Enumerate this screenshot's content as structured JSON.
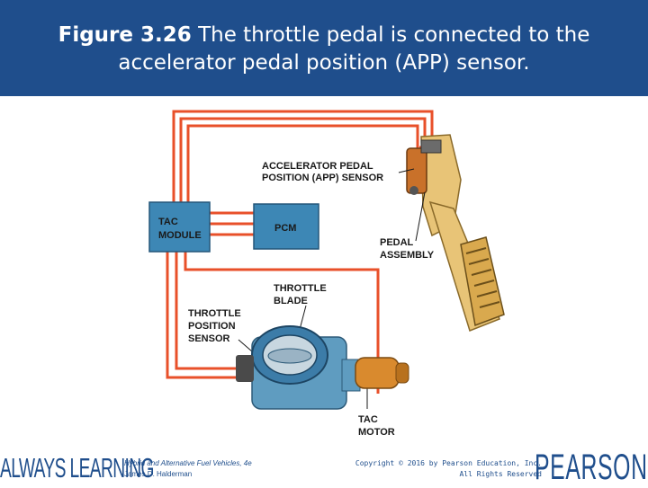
{
  "header": {
    "figure_label": "Figure 3.26",
    "caption_line1": "The throttle pedal is connected to the",
    "caption_line2": "accelerator pedal position (APP) sensor."
  },
  "diagram": {
    "tac_module": [
      "TAC",
      "MODULE"
    ],
    "pcm": "PCM",
    "app_sensor": [
      "ACCELERATOR PEDAL",
      "POSITION (APP) SENSOR"
    ],
    "pedal_assembly": [
      "PEDAL",
      "ASSEMBLY"
    ],
    "throttle_blade": [
      "THROTTLE",
      "BLADE"
    ],
    "throttle_position_sensor": [
      "THROTTLE",
      "POSITION",
      "SENSOR"
    ],
    "tac_motor": [
      "TAC",
      "MOTOR"
    ]
  },
  "footer": {
    "always_learning": "ALWAYS LEARNING",
    "book_title": "Hybrid and Alternative Fuel Vehicles, 4e",
    "author": "James D. Halderman",
    "copyright": "Copyright © 2016 by Pearson Education, Inc.",
    "rights": "All Rights Reserved",
    "publisher": "PEARSON"
  },
  "colors": {
    "header_bg": "#1f4e8c",
    "wire": "#e8502a",
    "box": "#3d87b5",
    "throttle_body": "#5f9cc0",
    "motor": "#d98a2e",
    "pedal": "#e8c477"
  }
}
